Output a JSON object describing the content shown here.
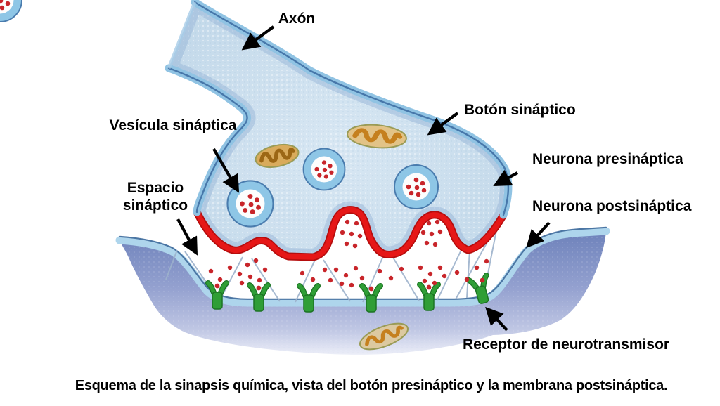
{
  "figure": {
    "caption": "Esquema de la sinapsis química, vista del botón presináptico y la membrana postsináptica.",
    "annotations": {
      "axon": "Axón",
      "synaptic_vesicle": "Vesícula sináptica",
      "synaptic_space_line1": "Espacio",
      "synaptic_space_line2": "sináptico",
      "synaptic_button": "Botón sináptico",
      "presynaptic_neuron": "Neurona presináptica",
      "postsynaptic_neuron": "Neurona postsináptica",
      "neurotransmitter_receptor": "Receptor de neurotransmisor"
    },
    "colors": {
      "membrane_blue": "#90c3e3",
      "membrane_dark_blue": "#3f6fa3",
      "cytoplasm_blue": "#cbdeee",
      "presynaptic_membrane_red": "#e61717",
      "receptor_green": "#2f9e36",
      "neurotransmitter_red": "#c8252a",
      "mitochondrion_orange": "#c5801e",
      "postsynaptic_cell_blue": "#6e82bb",
      "label_text": "#000000"
    }
  }
}
